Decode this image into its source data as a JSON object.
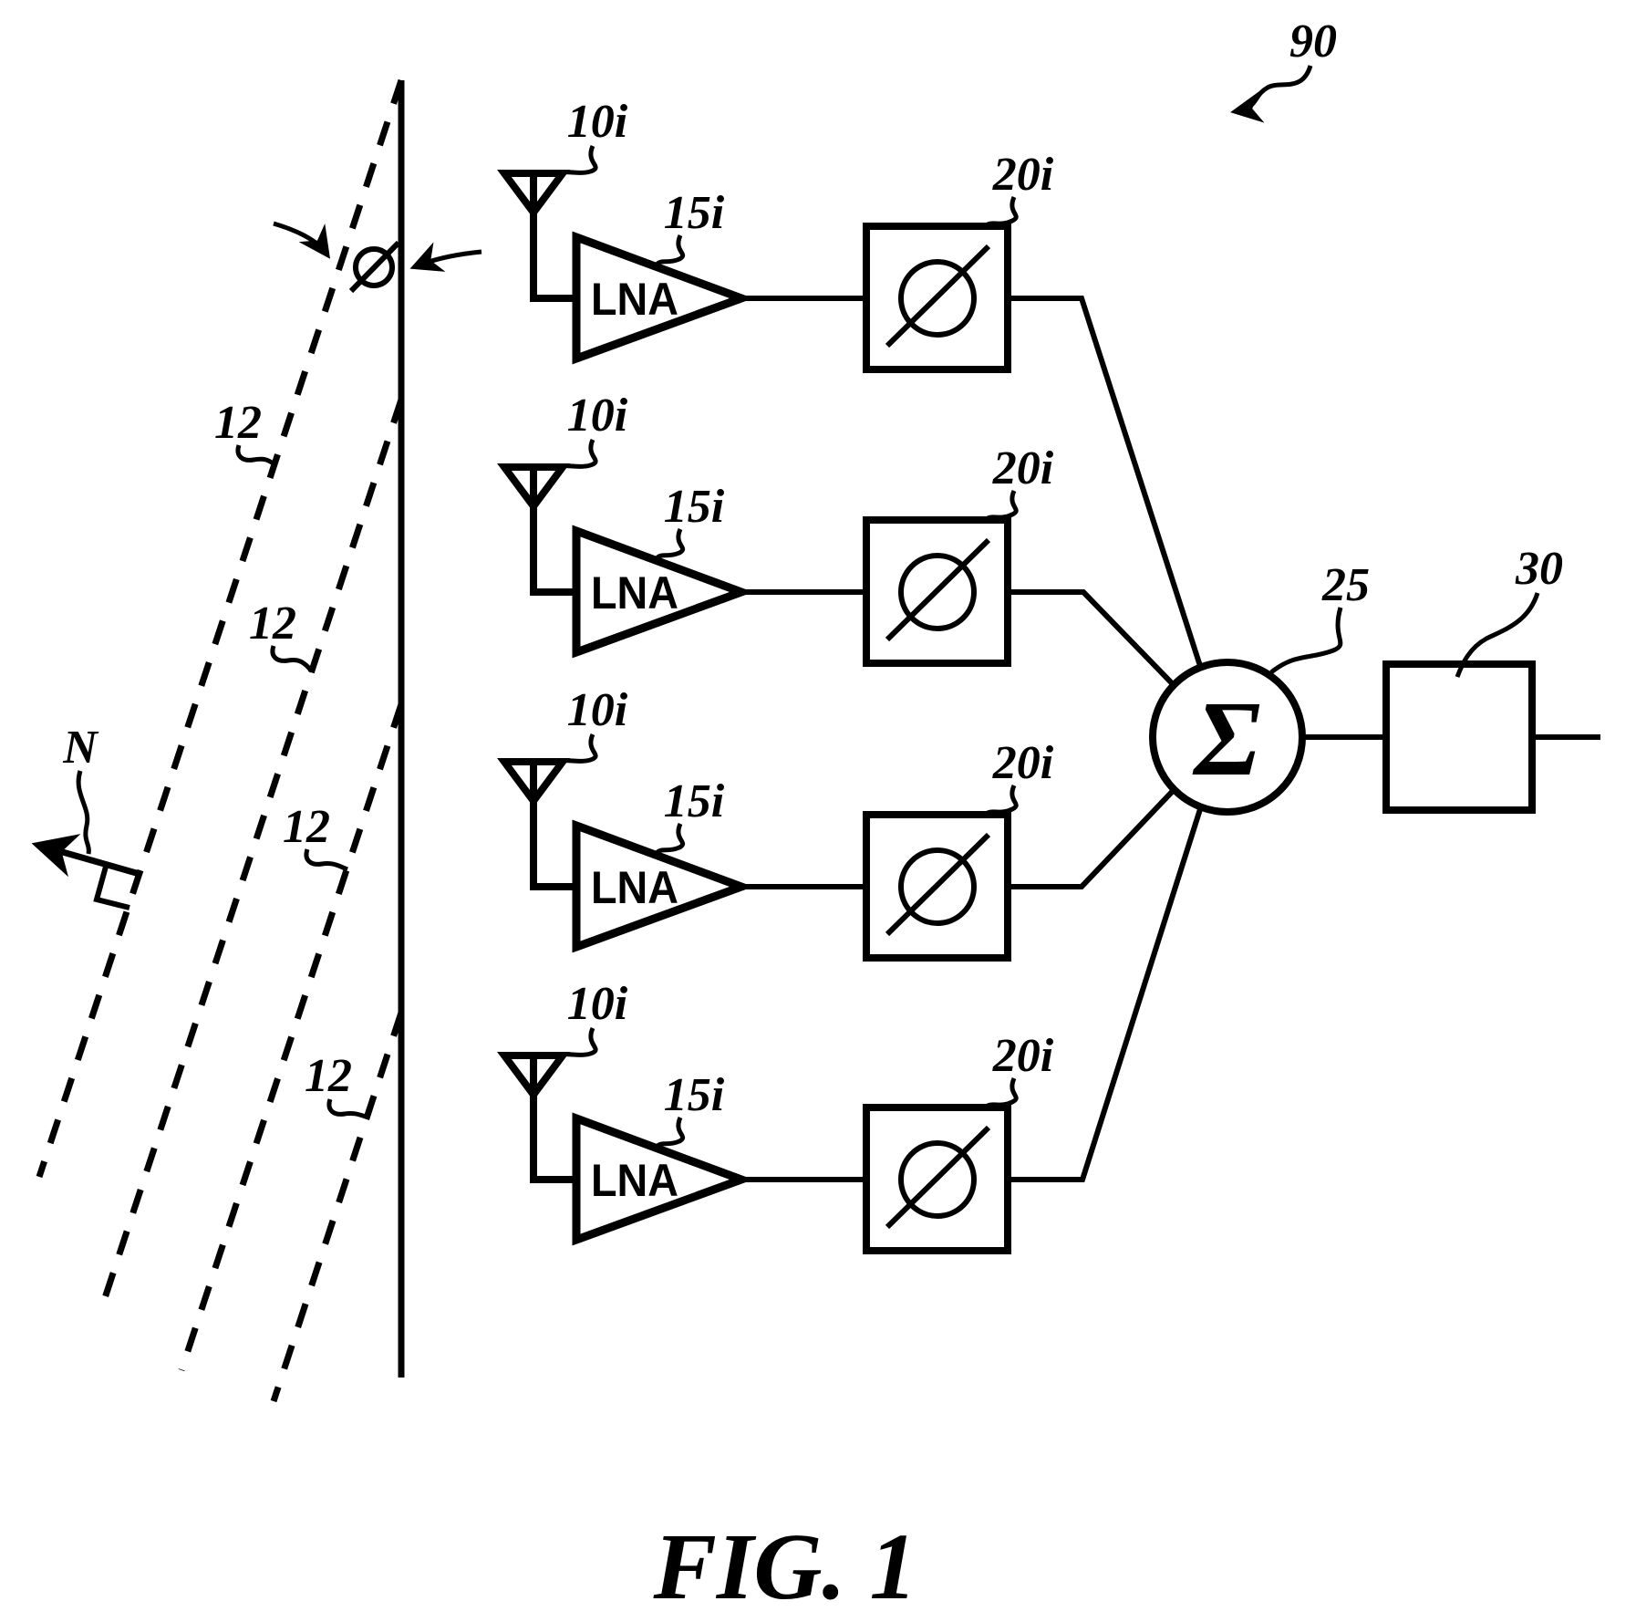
{
  "figure": {
    "caption": "FIG. 1",
    "system_ref": "90"
  },
  "array": {
    "normal_label": "N",
    "wavefront_labels": [
      "12",
      "12",
      "12",
      "12"
    ],
    "phase_symbol_icon": "phase-angle-icon"
  },
  "chains": [
    {
      "antenna_ref": "10i",
      "lna_ref": "15i",
      "lna_text": "LNA",
      "phase_ref": "20i"
    },
    {
      "antenna_ref": "10i",
      "lna_ref": "15i",
      "lna_text": "LNA",
      "phase_ref": "20i"
    },
    {
      "antenna_ref": "10i",
      "lna_ref": "15i",
      "lna_text": "LNA",
      "phase_ref": "20i"
    },
    {
      "antenna_ref": "10i",
      "lna_ref": "15i",
      "lna_text": "LNA",
      "phase_ref": "20i"
    }
  ],
  "summer": {
    "symbol": "Σ",
    "ref": "25"
  },
  "output_block": {
    "ref": "30"
  },
  "colors": {
    "ink": "#000000",
    "background": "#ffffff"
  }
}
